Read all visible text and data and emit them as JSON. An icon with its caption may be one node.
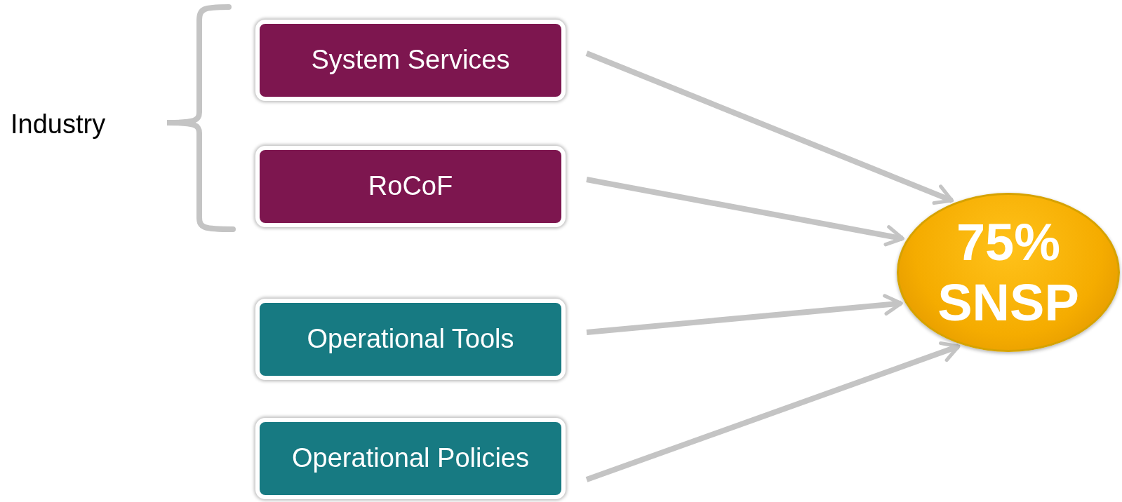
{
  "diagram": {
    "nodes": [
      {
        "text": [
          "System Services"
        ]
      },
      {
        "text": [
          "RoCoF"
        ]
      },
      {
        "text": [
          "Operational Tools"
        ]
      },
      {
        "text": [
          "Operational Policies"
        ]
      },
      {
        "text": [
          "75% SNSP"
        ]
      }
    ],
    "edges": [
      {
        "from": 0,
        "to": 4,
        "arrow": "to"
      },
      {
        "from": 1,
        "to": 4,
        "arrow": "to"
      },
      {
        "from": 2,
        "to": 4,
        "arrow": "to"
      },
      {
        "from": 3,
        "to": 4,
        "arrow": "to"
      }
    ],
    "labels": [
      "Industry"
    ]
  }
}
